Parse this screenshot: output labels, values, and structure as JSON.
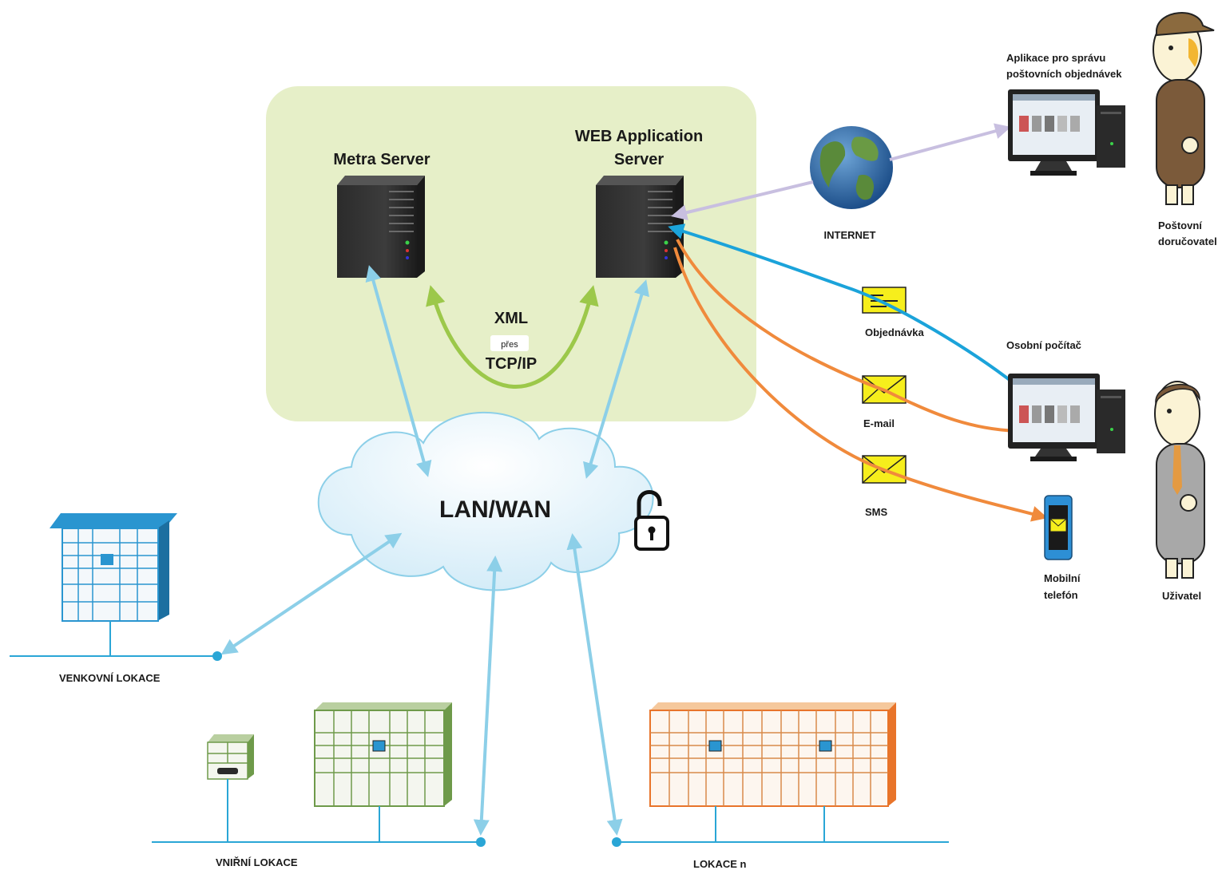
{
  "labels": {
    "metra_server": "Metra Server",
    "web_server_line1": "WEB Application",
    "web_server_line2": "Server",
    "xml": "XML",
    "pres": "přes",
    "tcpip": "TCP/IP",
    "lanwan": "LAN/WAN",
    "internet": "INTERNET",
    "app_line1": "Aplikace pro správu",
    "app_line2": "poštovních objednávek",
    "postal_line1": "Poštovní",
    "postal_line2": "doručovatel",
    "objednavka": "Objednávka",
    "osobni_pocitac": "Osobní počítač",
    "email": "E-mail",
    "sms": "SMS",
    "mobile_line1": "Mobilní",
    "mobile_line2": "telefón",
    "uzivatel": "Uživatel",
    "venkovni": "VENKOVNÍ LOKACE",
    "vnitrni": "VNIŘNÍ LOKACE",
    "lokace_n": "LOKACE n"
  },
  "colors": {
    "zone": "#e6efc8",
    "network_arrow": "#8ccfe8",
    "xml_arrow": "#9cc84a",
    "internet_arrow": "#c8bfe0",
    "order_arrow": "#1ba3da",
    "notify_arrow": "#f08a3c",
    "bus": "#2aa6d6",
    "locker_blue": "#2a95d0",
    "locker_green": "#6e9a4a",
    "locker_orange": "#e8742a"
  },
  "icons": {
    "server": "server-tower-icon",
    "globe": "globe-icon",
    "monitor": "desktop-computer-icon",
    "phone": "mobile-phone-icon",
    "envelope": "envelope-icon",
    "padlock": "open-padlock-icon",
    "person": "person-icon",
    "locker": "parcel-locker-icon"
  }
}
